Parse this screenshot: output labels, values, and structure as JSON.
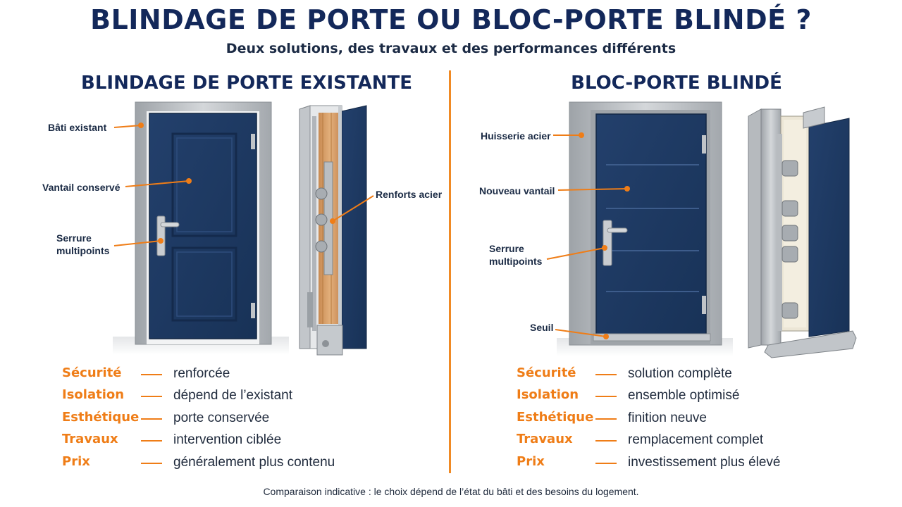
{
  "header": {
    "title": "BLINDAGE DE PORTE OU BLOC-PORTE BLINDÉ ?",
    "subtitle": "Deux solutions, des travaux et des performances différents"
  },
  "colors": {
    "navy": "#1f3a64",
    "orange": "#ef7d17",
    "steel": "#b5b9bd",
    "wood": "#d9a36a"
  },
  "left": {
    "title": "BLINDAGE DE PORTE EXISTANTE",
    "labels": {
      "frame": "Bâti existant",
      "leaf": "Vantail conservé",
      "lock_line1": "Serrure",
      "lock_line2": "multipoints",
      "reinforcement": "Renforts acier"
    },
    "criteria": [
      {
        "key": "Sécurité",
        "value": "renforcée"
      },
      {
        "key": "Isolation",
        "value": "dépend de l’existant"
      },
      {
        "key": "Esthétique",
        "value": "porte conservée"
      },
      {
        "key": "Travaux",
        "value": "intervention ciblée"
      },
      {
        "key": "Prix",
        "value": "généralement plus contenu"
      }
    ]
  },
  "right": {
    "title": "BLOC-PORTE BLINDÉ",
    "labels": {
      "frame": "Huisserie acier",
      "leaf": "Nouveau vantail",
      "lock_line1": "Serrure",
      "lock_line2": "multipoints",
      "threshold": "Seuil"
    },
    "criteria": [
      {
        "key": "Sécurité",
        "value": "solution complète"
      },
      {
        "key": "Isolation",
        "value": "ensemble optimisé"
      },
      {
        "key": "Esthétique",
        "value": "finition neuve"
      },
      {
        "key": "Travaux",
        "value": "remplacement complet"
      },
      {
        "key": "Prix",
        "value": "investissement plus élevé"
      }
    ]
  },
  "footnote": "Comparaison indicative : le choix dépend de l’état du bâti et des besoins du logement."
}
